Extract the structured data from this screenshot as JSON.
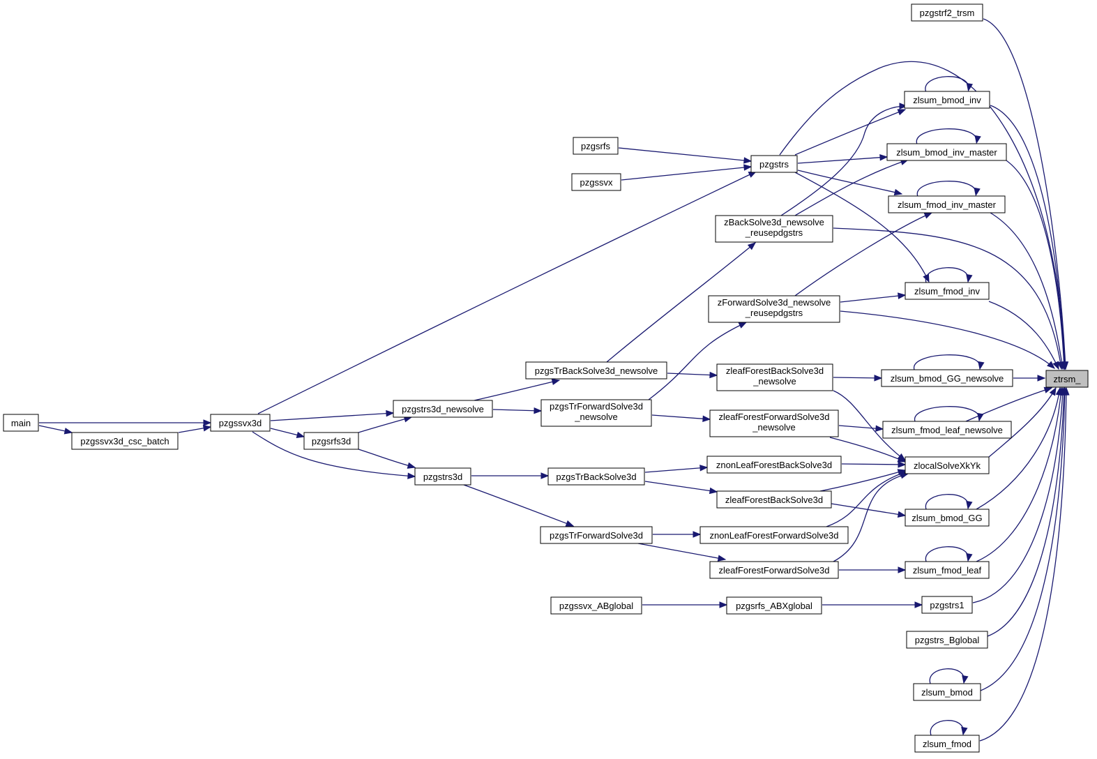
{
  "colors": {
    "edge": "#191970",
    "root_fill": "#bfbfbf",
    "node_fill": "#ffffff",
    "node_border": "#000000"
  },
  "nodes": [
    {
      "id": "ztrsm",
      "lines": [
        "ztrsm_"
      ]
    },
    {
      "id": "pzgstrf2_trsm",
      "lines": [
        "pzgstrf2_trsm"
      ]
    },
    {
      "id": "zlsum_bmod_inv",
      "lines": [
        "zlsum_bmod_inv"
      ]
    },
    {
      "id": "zlsum_bmod_inv_master",
      "lines": [
        "zlsum_bmod_inv_master"
      ]
    },
    {
      "id": "zlsum_fmod_inv_master",
      "lines": [
        "zlsum_fmod_inv_master"
      ]
    },
    {
      "id": "zlsum_fmod_inv",
      "lines": [
        "zlsum_fmod_inv"
      ]
    },
    {
      "id": "zlsum_bmod_GG_newsolve",
      "lines": [
        "zlsum_bmod_GG_newsolve"
      ]
    },
    {
      "id": "zlsum_fmod_leaf_newsolve",
      "lines": [
        "zlsum_fmod_leaf_newsolve"
      ]
    },
    {
      "id": "zlocalSolveXkYk",
      "lines": [
        "zlocalSolveXkYk"
      ]
    },
    {
      "id": "zlsum_bmod_GG",
      "lines": [
        "zlsum_bmod_GG"
      ]
    },
    {
      "id": "zlsum_fmod_leaf",
      "lines": [
        "zlsum_fmod_leaf"
      ]
    },
    {
      "id": "pzgstrs1",
      "lines": [
        "pzgstrs1"
      ]
    },
    {
      "id": "pzgstrs_Bglobal",
      "lines": [
        "pzgstrs_Bglobal"
      ]
    },
    {
      "id": "zlsum_bmod",
      "lines": [
        "zlsum_bmod"
      ]
    },
    {
      "id": "zlsum_fmod",
      "lines": [
        "zlsum_fmod"
      ]
    },
    {
      "id": "pzgsrfs",
      "lines": [
        "pzgsrfs"
      ]
    },
    {
      "id": "pzgssvx",
      "lines": [
        "pzgssvx"
      ]
    },
    {
      "id": "pzgstrs",
      "lines": [
        "pzgstrs"
      ]
    },
    {
      "id": "zBackSolve3d",
      "lines": [
        "zBackSolve3d_newsolve",
        "_reusepdgstrs"
      ]
    },
    {
      "id": "zForwardSolve3d",
      "lines": [
        "zForwardSolve3d_newsolve",
        "_reusepdgstrs"
      ]
    },
    {
      "id": "zleafForestBackSolve3d_newsolve",
      "lines": [
        "zleafForestBackSolve3d",
        "_newsolve"
      ]
    },
    {
      "id": "zleafForestForwardSolve3d_newsolve",
      "lines": [
        "zleafForestForwardSolve3d",
        "_newsolve"
      ]
    },
    {
      "id": "znonLeafForestBackSolve3d",
      "lines": [
        "znonLeafForestBackSolve3d"
      ]
    },
    {
      "id": "zleafForestBackSolve3d",
      "lines": [
        "zleafForestBackSolve3d"
      ]
    },
    {
      "id": "znonLeafForestForwardSolve3d",
      "lines": [
        "znonLeafForestForwardSolve3d"
      ]
    },
    {
      "id": "zleafForestForwardSolve3d",
      "lines": [
        "zleafForestForwardSolve3d"
      ]
    },
    {
      "id": "pzgsrfs_ABXglobal",
      "lines": [
        "pzgsrfs_ABXglobal"
      ]
    },
    {
      "id": "pzgssvx_ABglobal",
      "lines": [
        "pzgssvx_ABglobal"
      ]
    },
    {
      "id": "pzgsTrBackSolve3d_newsolve",
      "lines": [
        "pzgsTrBackSolve3d_newsolve"
      ]
    },
    {
      "id": "pzgsTrForwardSolve3d_newsolve",
      "lines": [
        "pzgsTrForwardSolve3d",
        "_newsolve"
      ]
    },
    {
      "id": "pzgsTrBackSolve3d",
      "lines": [
        "pzgsTrBackSolve3d"
      ]
    },
    {
      "id": "pzgsTrForwardSolve3d",
      "lines": [
        "pzgsTrForwardSolve3d"
      ]
    },
    {
      "id": "pzgstrs3d_newsolve",
      "lines": [
        "pzgstrs3d_newsolve"
      ]
    },
    {
      "id": "pzgsrfs3d",
      "lines": [
        "pzgsrfs3d"
      ]
    },
    {
      "id": "pzgstrs3d",
      "lines": [
        "pzgstrs3d"
      ]
    },
    {
      "id": "pzgssvx3d",
      "lines": [
        "pzgssvx3d"
      ]
    },
    {
      "id": "pzgssvx3d_csc_batch",
      "lines": [
        "pzgssvx3d_csc_batch"
      ]
    },
    {
      "id": "main",
      "lines": [
        "main"
      ]
    }
  ],
  "edges": [
    [
      "pzgstrf2_trsm",
      "ztrsm"
    ],
    [
      "pzgstrs",
      "ztrsm"
    ],
    [
      "zlsum_bmod_inv",
      "ztrsm"
    ],
    [
      "zlsum_bmod_inv_master",
      "ztrsm"
    ],
    [
      "zlsum_fmod_inv_master",
      "ztrsm"
    ],
    [
      "zBackSolve3d",
      "ztrsm"
    ],
    [
      "zlsum_fmod_inv",
      "ztrsm"
    ],
    [
      "zForwardSolve3d",
      "ztrsm"
    ],
    [
      "zlsum_bmod_GG_newsolve",
      "ztrsm"
    ],
    [
      "zlsum_fmod_leaf_newsolve",
      "ztrsm"
    ],
    [
      "zlocalSolveXkYk",
      "ztrsm"
    ],
    [
      "zlsum_bmod_GG",
      "ztrsm"
    ],
    [
      "zlsum_fmod_leaf",
      "ztrsm"
    ],
    [
      "pzgstrs1",
      "ztrsm"
    ],
    [
      "pzgstrs_Bglobal",
      "ztrsm"
    ],
    [
      "zlsum_bmod",
      "ztrsm"
    ],
    [
      "zlsum_fmod",
      "ztrsm"
    ],
    [
      "zlsum_bmod_inv",
      "zlsum_bmod_inv"
    ],
    [
      "zlsum_bmod_inv_master",
      "zlsum_bmod_inv_master"
    ],
    [
      "zlsum_fmod_inv_master",
      "zlsum_fmod_inv_master"
    ],
    [
      "zlsum_fmod_inv",
      "zlsum_fmod_inv"
    ],
    [
      "zlsum_bmod_GG_newsolve",
      "zlsum_bmod_GG_newsolve"
    ],
    [
      "zlsum_fmod_leaf_newsolve",
      "zlsum_fmod_leaf_newsolve"
    ],
    [
      "zlsum_bmod_GG",
      "zlsum_bmod_GG"
    ],
    [
      "zlsum_fmod_leaf",
      "zlsum_fmod_leaf"
    ],
    [
      "zlsum_bmod",
      "zlsum_bmod"
    ],
    [
      "zlsum_fmod",
      "zlsum_fmod"
    ],
    [
      "pzgstrs",
      "zlsum_bmod_inv"
    ],
    [
      "pzgstrs",
      "zlsum_bmod_inv_master"
    ],
    [
      "pzgstrs",
      "zlsum_fmod_inv_master"
    ],
    [
      "pzgstrs",
      "zlsum_fmod_inv"
    ],
    [
      "pzgsrfs",
      "pzgstrs"
    ],
    [
      "pzgssvx",
      "pzgstrs"
    ],
    [
      "pzgssvx3d",
      "pzgstrs"
    ],
    [
      "zBackSolve3d",
      "zlsum_bmod_inv"
    ],
    [
      "zBackSolve3d",
      "zlsum_bmod_inv_master"
    ],
    [
      "zForwardSolve3d",
      "zlsum_fmod_inv"
    ],
    [
      "zForwardSolve3d",
      "zlsum_fmod_inv_master"
    ],
    [
      "pzgsTrBackSolve3d_newsolve",
      "zBackSolve3d"
    ],
    [
      "pzgsTrForwardSolve3d_newsolve",
      "zForwardSolve3d"
    ],
    [
      "pzgsTrBackSolve3d_newsolve",
      "zleafForestBackSolve3d_newsolve"
    ],
    [
      "pzgsTrForwardSolve3d_newsolve",
      "zleafForestForwardSolve3d_newsolve"
    ],
    [
      "zleafForestBackSolve3d_newsolve",
      "zlsum_bmod_GG_newsolve"
    ],
    [
      "zleafForestForwardSolve3d_newsolve",
      "zlsum_fmod_leaf_newsolve"
    ],
    [
      "zleafForestBackSolve3d_newsolve",
      "zlocalSolveXkYk"
    ],
    [
      "zleafForestForwardSolve3d_newsolve",
      "zlocalSolveXkYk"
    ],
    [
      "znonLeafForestBackSolve3d",
      "zlocalSolveXkYk"
    ],
    [
      "zleafForestBackSolve3d",
      "zlocalSolveXkYk"
    ],
    [
      "znonLeafForestForwardSolve3d",
      "zlocalSolveXkYk"
    ],
    [
      "zleafForestForwardSolve3d",
      "zlocalSolveXkYk"
    ],
    [
      "zleafForestBackSolve3d",
      "zlsum_bmod_GG"
    ],
    [
      "zleafForestForwardSolve3d",
      "zlsum_fmod_leaf"
    ],
    [
      "pzgsTrBackSolve3d",
      "znonLeafForestBackSolve3d"
    ],
    [
      "pzgsTrBackSolve3d",
      "zleafForestBackSolve3d"
    ],
    [
      "pzgsTrForwardSolve3d",
      "znonLeafForestForwardSolve3d"
    ],
    [
      "pzgsTrForwardSolve3d",
      "zleafForestForwardSolve3d"
    ],
    [
      "pzgsrfs_ABXglobal",
      "pzgstrs1"
    ],
    [
      "pzgssvx_ABglobal",
      "pzgsrfs_ABXglobal"
    ],
    [
      "pzgstrs3d_newsolve",
      "pzgsTrBackSolve3d_newsolve"
    ],
    [
      "pzgstrs3d_newsolve",
      "pzgsTrForwardSolve3d_newsolve"
    ],
    [
      "pzgstrs3d",
      "pzgsTrBackSolve3d"
    ],
    [
      "pzgstrs3d",
      "pzgsTrForwardSolve3d"
    ],
    [
      "pzgssvx3d",
      "pzgstrs3d_newsolve"
    ],
    [
      "pzgsrfs3d",
      "pzgstrs3d_newsolve"
    ],
    [
      "pzgssvx3d",
      "pzgsrfs3d"
    ],
    [
      "pzgsrfs3d",
      "pzgstrs3d"
    ],
    [
      "pzgssvx3d",
      "pzgstrs3d"
    ],
    [
      "main",
      "pzgssvx3d"
    ],
    [
      "main",
      "pzgssvx3d_csc_batch"
    ],
    [
      "pzgssvx3d_csc_batch",
      "pzgssvx3d"
    ]
  ]
}
